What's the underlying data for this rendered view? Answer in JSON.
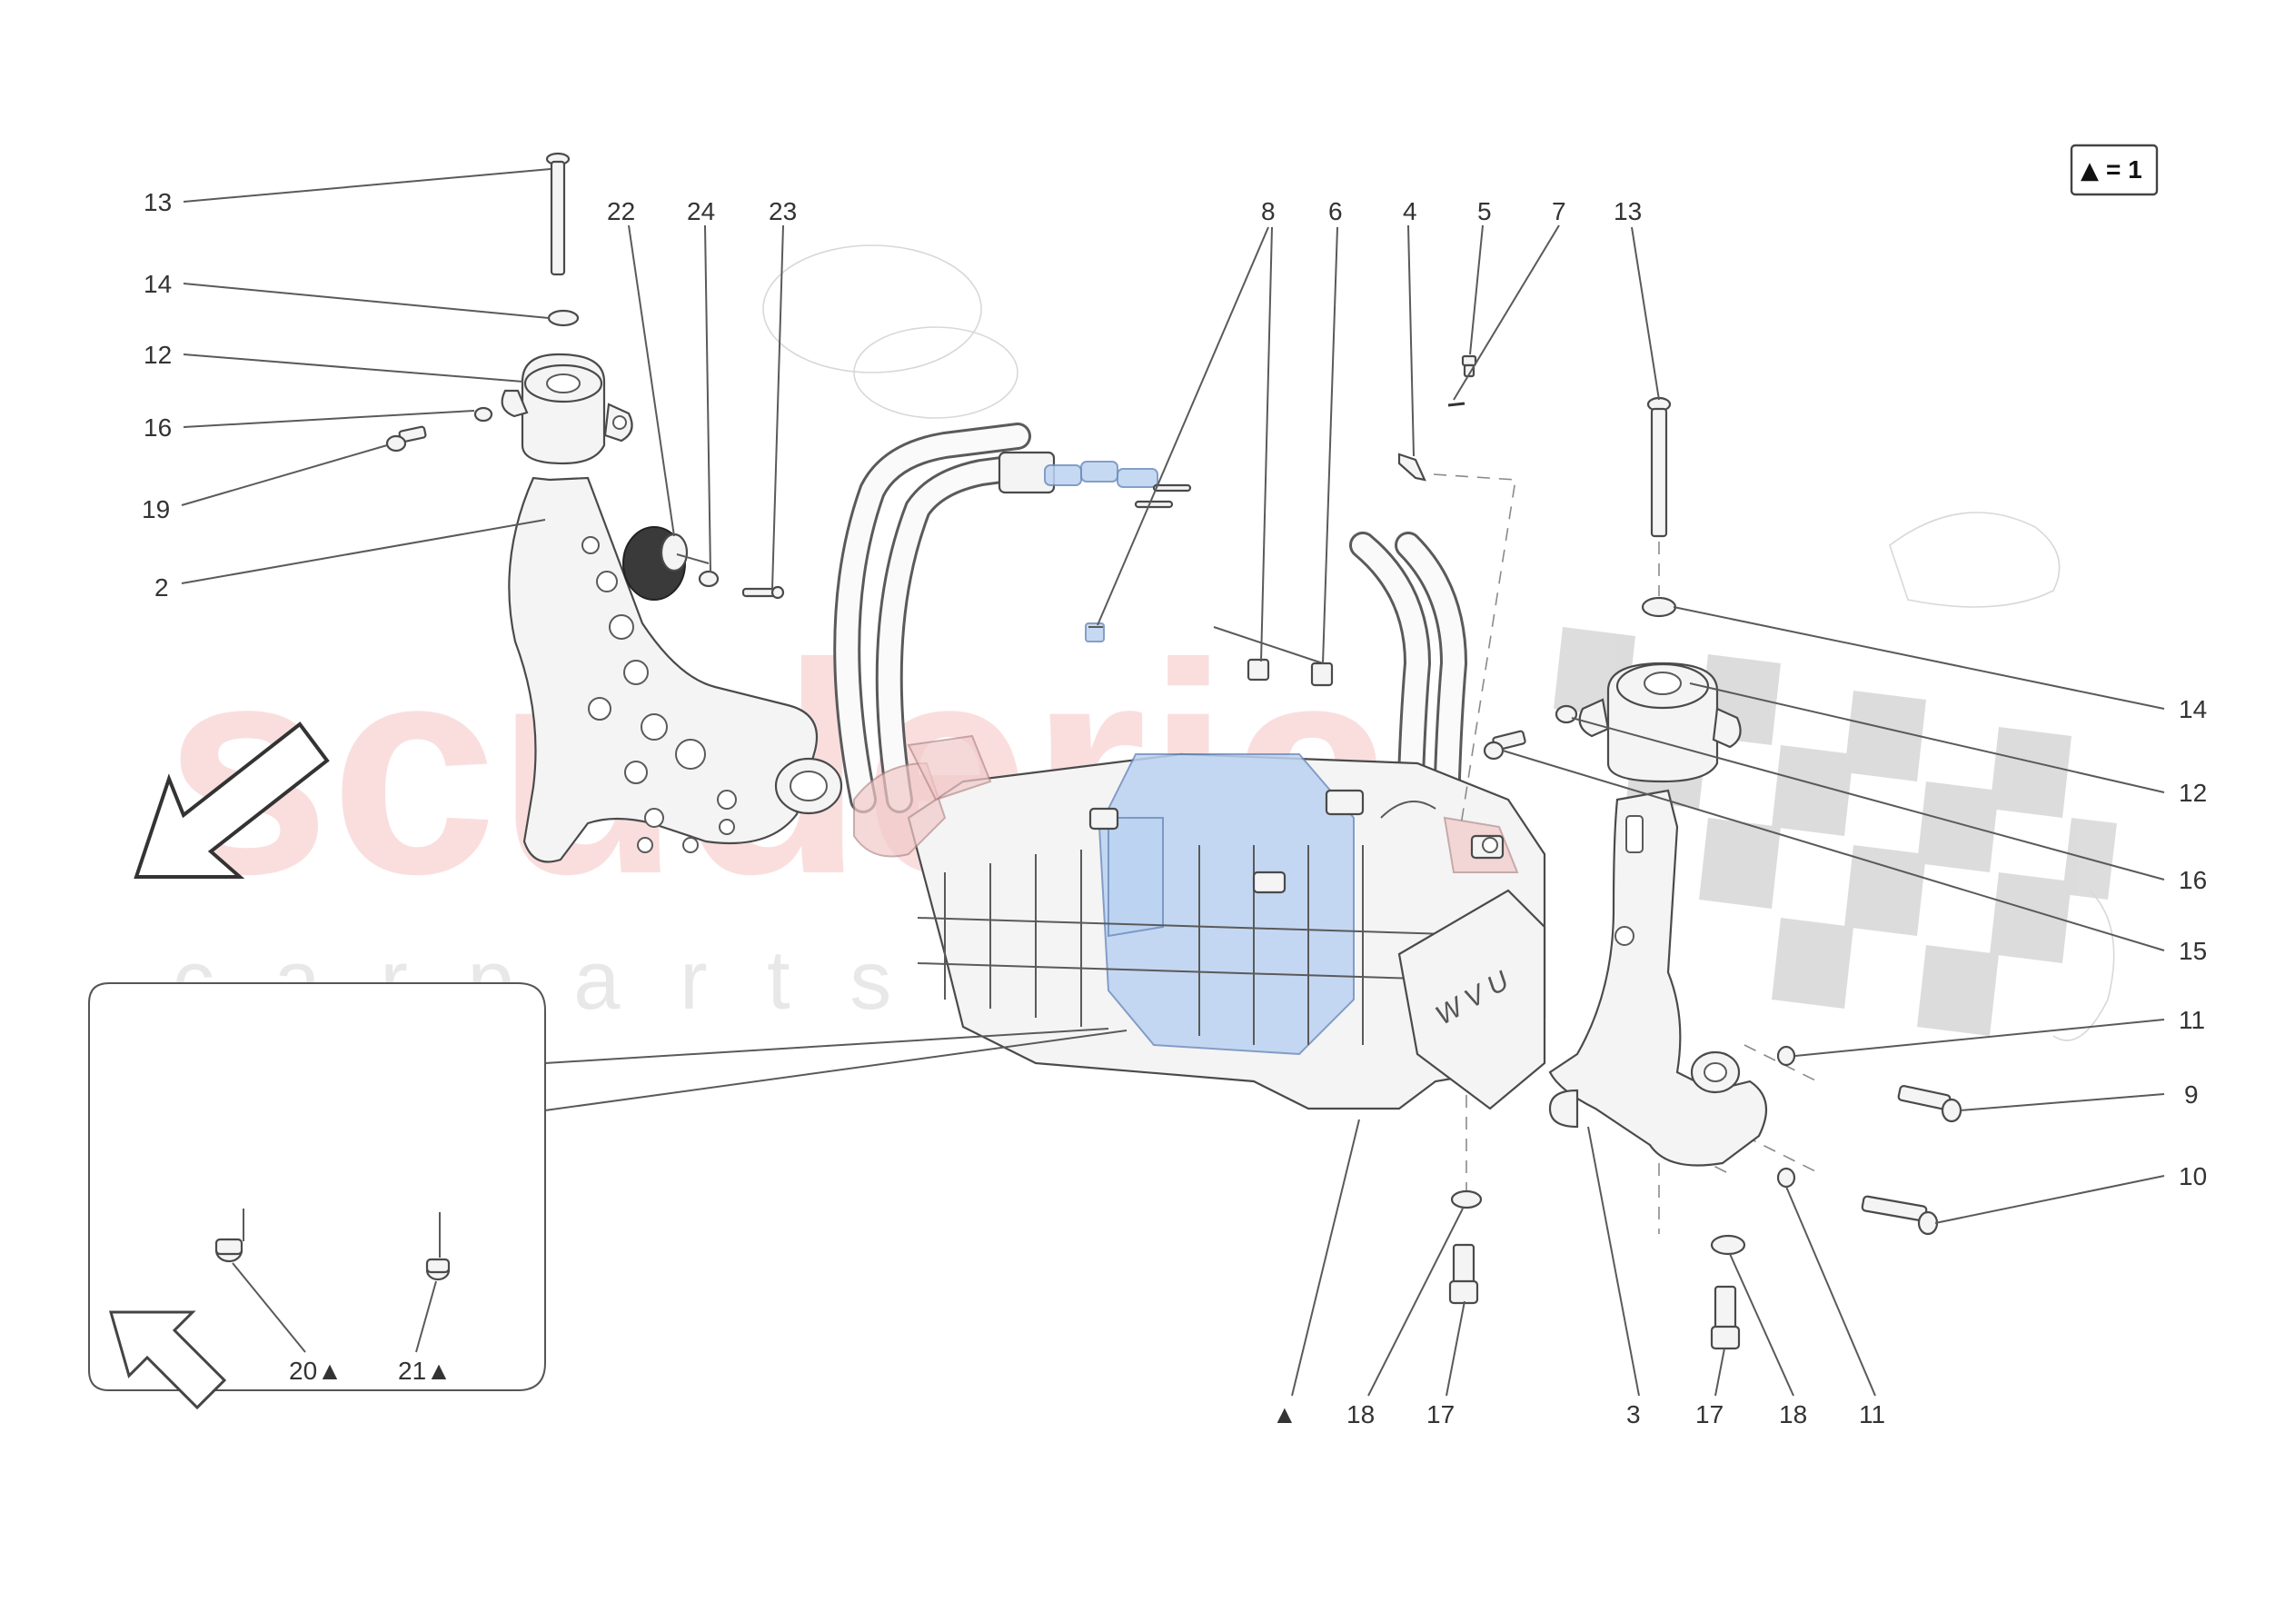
{
  "legend": {
    "symbol": "▲",
    "equals": "= 1"
  },
  "watermark": {
    "brand": "scuderia",
    "sub": "c a r  p a r t s"
  },
  "engraving": "W V U",
  "callouts": {
    "c13_left": "13",
    "c14_left": "14",
    "c12_left": "12",
    "c16_left": "16",
    "c19": "19",
    "c2": "2",
    "c22": "22",
    "c24": "24",
    "c23": "23",
    "c8": "8",
    "c6": "6",
    "c4": "4",
    "c5": "5",
    "c7": "7",
    "c13_right": "13",
    "c14_right": "14",
    "c12_right": "12",
    "c16_right": "16",
    "c15": "15",
    "c11_top": "11",
    "c9": "9",
    "c10": "10",
    "c_triangle": "▲",
    "c18_left": "18",
    "c17_left": "17",
    "c3": "3",
    "c17_right": "17",
    "c18_right": "18",
    "c11_bottom": "11",
    "c20": "20▲",
    "c21": "21▲"
  }
}
